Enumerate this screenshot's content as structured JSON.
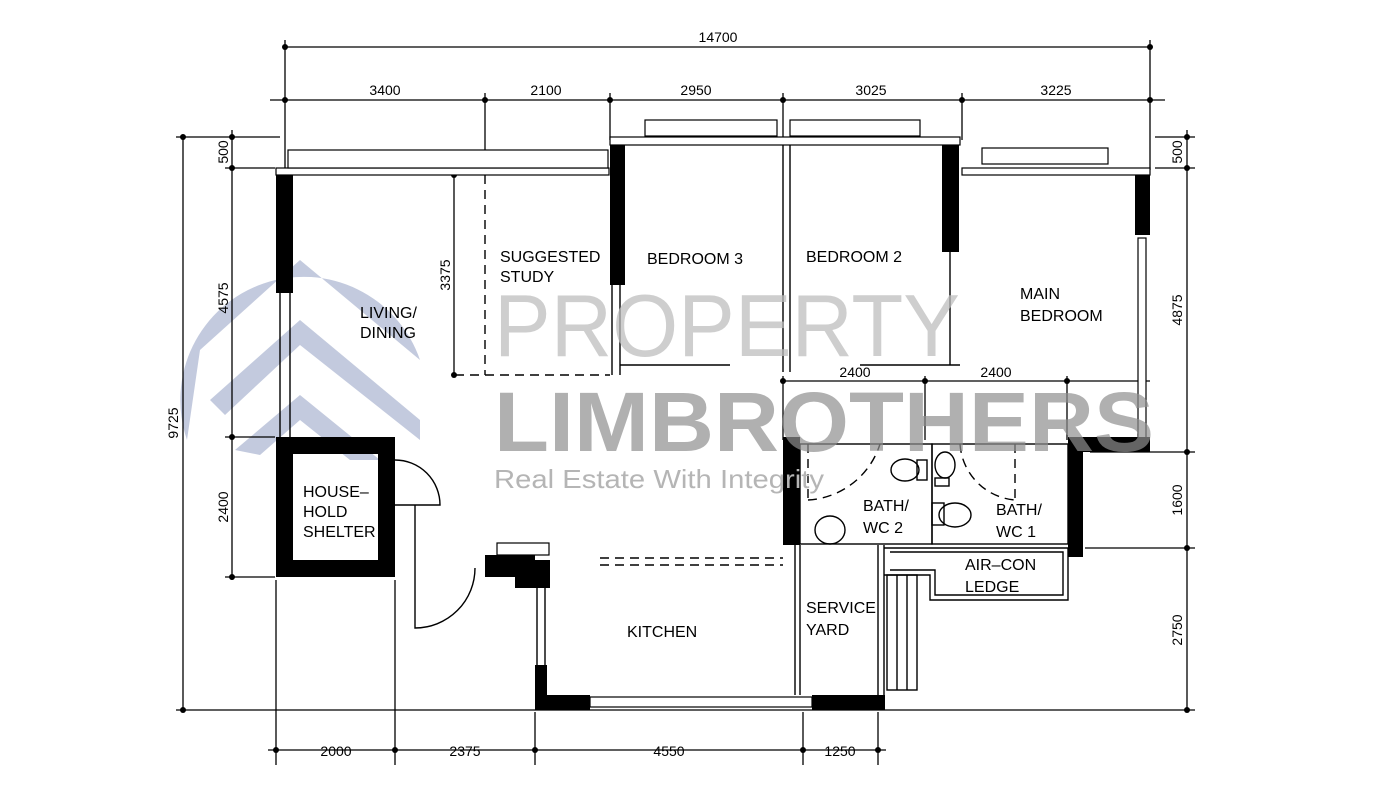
{
  "dimensions": {
    "overall_width": "14700",
    "top": [
      "3400",
      "2100",
      "2950",
      "3025",
      "3225"
    ],
    "left_overall": "9725",
    "left": [
      "500",
      "4575",
      "2400"
    ],
    "right": [
      "500",
      "4875",
      "1600",
      "2750"
    ],
    "bottom": [
      "2000",
      "2375",
      "4550",
      "1250"
    ],
    "study_depth": "3375",
    "bath_widths": [
      "2400",
      "2400"
    ]
  },
  "rooms": {
    "living": [
      "LIVING/",
      "DINING"
    ],
    "study": [
      "SUGGESTED",
      "STUDY"
    ],
    "bedroom3": "BEDROOM  3",
    "bedroom2": "BEDROOM  2",
    "main_bedroom": [
      "MAIN",
      "BEDROOM"
    ],
    "shelter": [
      "HOUSE–",
      "HOLD",
      "SHELTER"
    ],
    "bath2": [
      "BATH/",
      "WC  2"
    ],
    "bath1": [
      "BATH/",
      "WC  1"
    ],
    "aircon": [
      "AIR–CON",
      "LEDGE"
    ],
    "service": [
      "SERVICE",
      "YARD"
    ],
    "kitchen": "KITCHEN"
  },
  "watermark": {
    "line1": "PROPERTY",
    "line2": "LIMBROTHERS",
    "tagline": "Real Estate With Integrity",
    "logo_color": "#b8c1d8"
  }
}
